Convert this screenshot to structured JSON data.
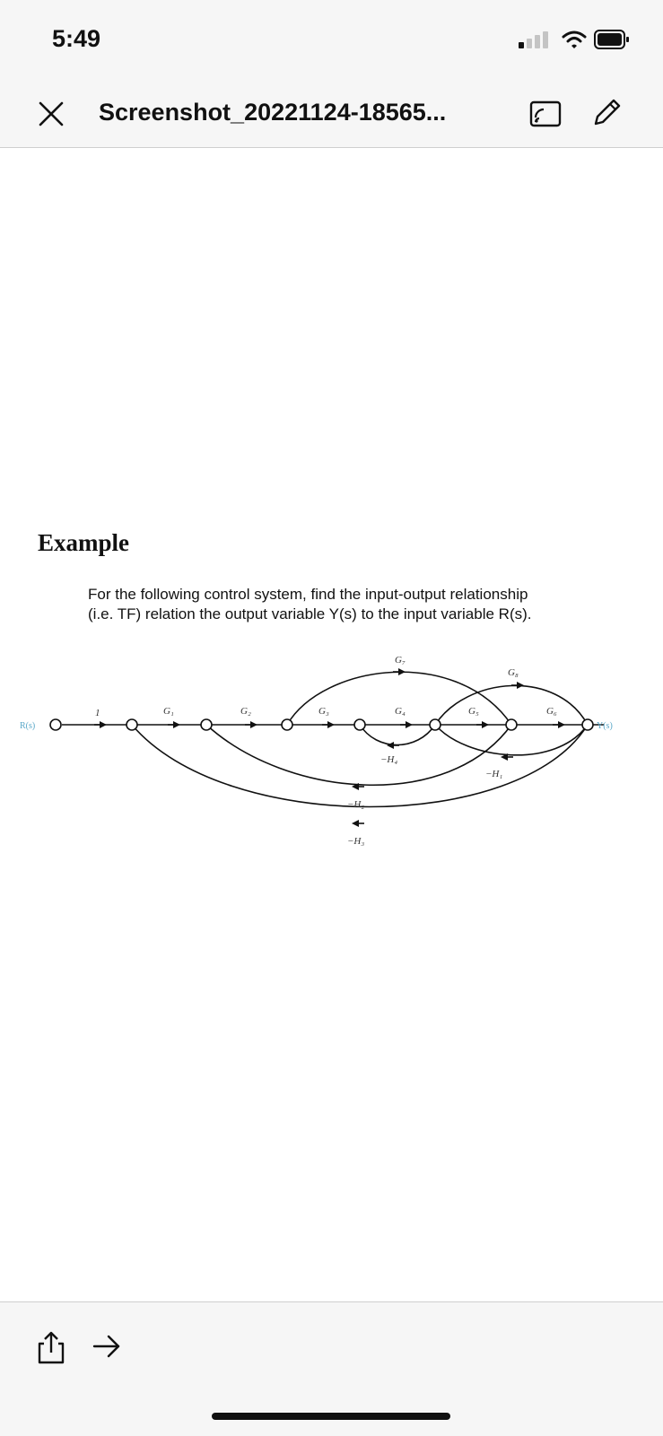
{
  "status_bar": {
    "time": "5:49",
    "icons": [
      "cellular-signal-icon",
      "wifi-icon",
      "battery-icon"
    ]
  },
  "nav_bar": {
    "title": "Screenshot_20221124-18565...",
    "icons": [
      "close-icon",
      "cast-icon",
      "pencil-icon"
    ]
  },
  "document": {
    "heading": "Example",
    "text_line1": "For the following control system, find the input-output relationship",
    "text_line2": "(i.e. TF) relation the output variable Y(s) to the input variable R(s).",
    "diagram": {
      "input_label": "R(s)",
      "output_label": "Y(s)",
      "branch_labels": {
        "unity": "1",
        "g1": "G₁",
        "g2": "G₂",
        "g3": "G₃",
        "g4": "G₄",
        "g5": "G₅",
        "g6": "G₆",
        "g7": "G₇",
        "g8": "G₈",
        "h1": "−H₁",
        "h2": "−H₂",
        "h3": "−H₃",
        "h4": "−H₄"
      }
    }
  },
  "bottom_bar": {
    "icons": [
      "share-icon",
      "forward-arrow-icon"
    ]
  },
  "colors": {
    "bar_background": "#f6f6f6",
    "io_label": "#5aa8c8"
  }
}
